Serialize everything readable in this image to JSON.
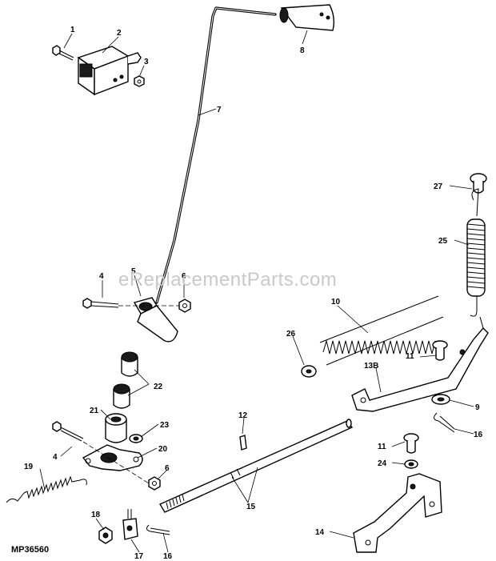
{
  "diagram_code": "MP36560",
  "watermark": "eReplacementParts.com",
  "callouts": [
    {
      "id": "c1",
      "label": "1"
    },
    {
      "id": "c2",
      "label": "2"
    },
    {
      "id": "c3",
      "label": "3"
    },
    {
      "id": "c4a",
      "label": "4"
    },
    {
      "id": "c4b",
      "label": "4"
    },
    {
      "id": "c5",
      "label": "5"
    },
    {
      "id": "c6a",
      "label": "6"
    },
    {
      "id": "c6b",
      "label": "6"
    },
    {
      "id": "c7",
      "label": "7"
    },
    {
      "id": "c8",
      "label": "8"
    },
    {
      "id": "c9",
      "label": "9"
    },
    {
      "id": "c10",
      "label": "10"
    },
    {
      "id": "c11a",
      "label": "11"
    },
    {
      "id": "c11b",
      "label": "11"
    },
    {
      "id": "c12",
      "label": "12"
    },
    {
      "id": "c13b",
      "label": "13B"
    },
    {
      "id": "c14",
      "label": "14"
    },
    {
      "id": "c15",
      "label": "15"
    },
    {
      "id": "c16a",
      "label": "16"
    },
    {
      "id": "c16b",
      "label": "16"
    },
    {
      "id": "c17",
      "label": "17"
    },
    {
      "id": "c18",
      "label": "18"
    },
    {
      "id": "c19",
      "label": "19"
    },
    {
      "id": "c20",
      "label": "20"
    },
    {
      "id": "c21",
      "label": "21"
    },
    {
      "id": "c22",
      "label": "22"
    },
    {
      "id": "c23",
      "label": "23"
    },
    {
      "id": "c24",
      "label": "24"
    },
    {
      "id": "c25",
      "label": "25"
    },
    {
      "id": "c26",
      "label": "26"
    },
    {
      "id": "c27",
      "label": "27"
    }
  ]
}
